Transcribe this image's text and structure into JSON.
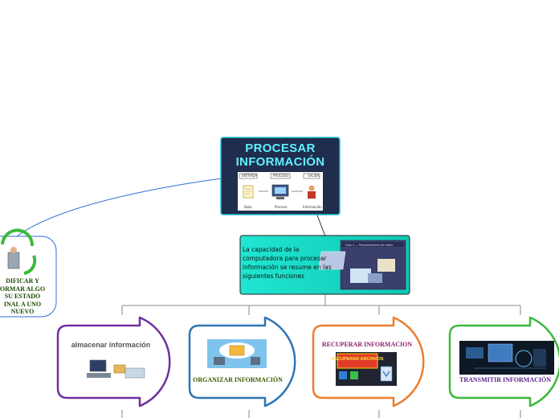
{
  "root": {
    "title": "PROCESAR INFORMACIÓN",
    "diagram_labels": [
      "ENTRADA",
      "PROCESO",
      "SALIDA",
      "Dato",
      "Proceso",
      "Información"
    ]
  },
  "description": {
    "text": "La capacidad de la computadora para procesar información se resume en las siguientes funciones",
    "image_caption": "Fase 1 — Procesamiento de datos"
  },
  "left_node": {
    "text": "DIFICAR Y ORMAR ALGO SU ESTADO INAL A UNO NUEVO"
  },
  "children": [
    {
      "title": "almacenar información",
      "color": "#7030a0"
    },
    {
      "title": "ORGANIZAR INFORMACIÓN",
      "color": "#2e75b6"
    },
    {
      "title": "RECUPERAR INFORMACION",
      "color": "#ed7d31",
      "image_text": "RECUPERAR ARCHIVOS"
    },
    {
      "title": "TRANSMITIR INFORMACIÓN",
      "color": "#3cb93c"
    }
  ],
  "colors": {
    "root_fill": "#1f2d4e",
    "root_border": "#1bc0d6",
    "desc_fill": "#12e0c4",
    "connector": "#2f6fd6"
  }
}
